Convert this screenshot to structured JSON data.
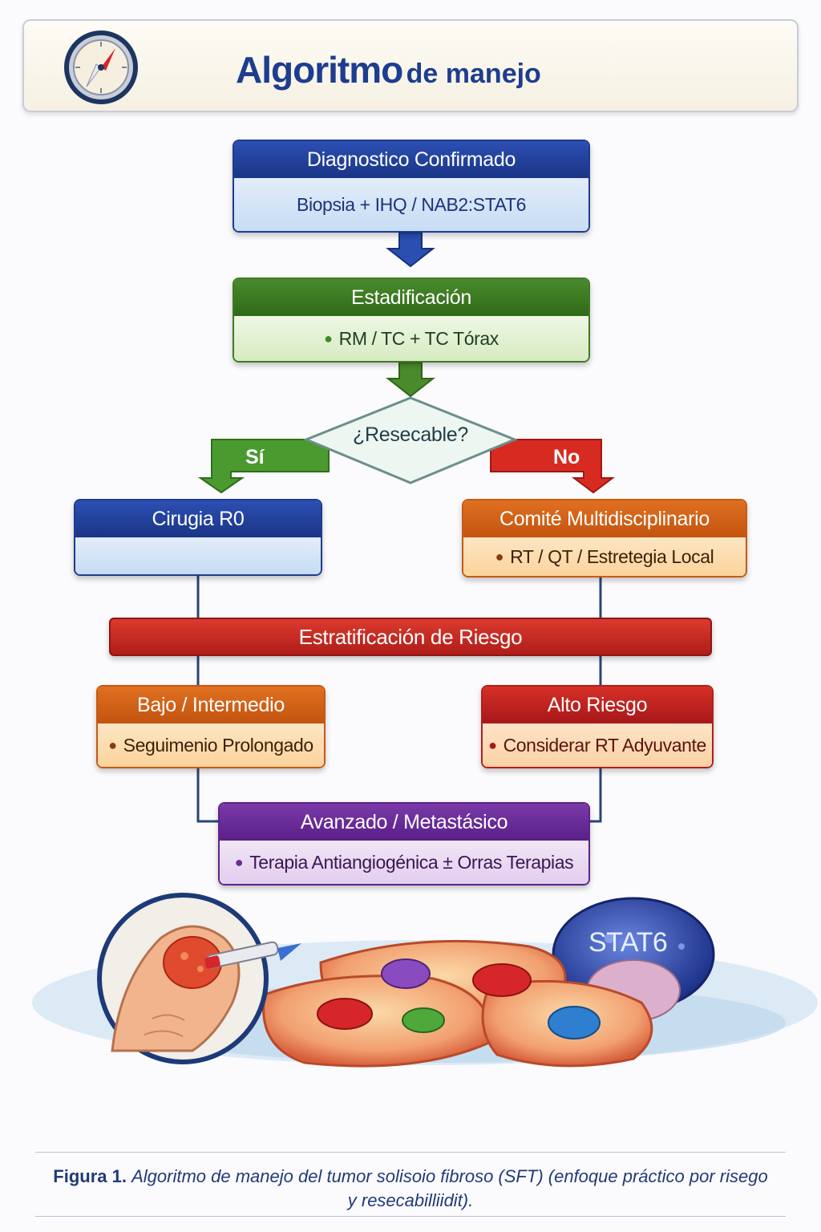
{
  "header": {
    "title_main": "Algoritmo",
    "title_rest": "de manejo",
    "icon": "compass-icon"
  },
  "flow": {
    "diagnosis": {
      "title": "Diagnostico Confirmado",
      "body": "Biopsia + IHQ / NAB2:STAT6"
    },
    "staging": {
      "title": "Estadificación",
      "body": "RM / TC + TC Tórax"
    },
    "decision": {
      "question": "¿Resecable?",
      "yes_label": "Sí",
      "no_label": "No"
    },
    "surgery": {
      "title": "Cirugia R0"
    },
    "committee": {
      "title": "Comité Multidisciplinario",
      "body": "RT / QT / Estretegia Local"
    },
    "risk": {
      "title": "Estratificación de Riesgo"
    },
    "low_risk": {
      "title": "Bajo / Intermedio",
      "body": "Seguimenio Prolongado"
    },
    "high_risk": {
      "title": "Alto Riesgo",
      "body": "Considerar RT Adyuvante"
    },
    "advanced": {
      "title": "Avanzado / Metastásico",
      "body": "Terapia Antiangiogénica ± Orras Terapias"
    }
  },
  "illustration": {
    "stat6_label": "STAT6"
  },
  "caption": {
    "figure_label": "Figura 1.",
    "text": "Algoritmo de manejo del tumor solisoio fibroso (SFT) (enfoque práctico por risego y resecabilliidit)."
  },
  "colors": {
    "navy": "#1e3d8f",
    "green": "#3f7a24",
    "orange": "#c65a14",
    "red": "#b0201c",
    "purple": "#5c2488"
  }
}
